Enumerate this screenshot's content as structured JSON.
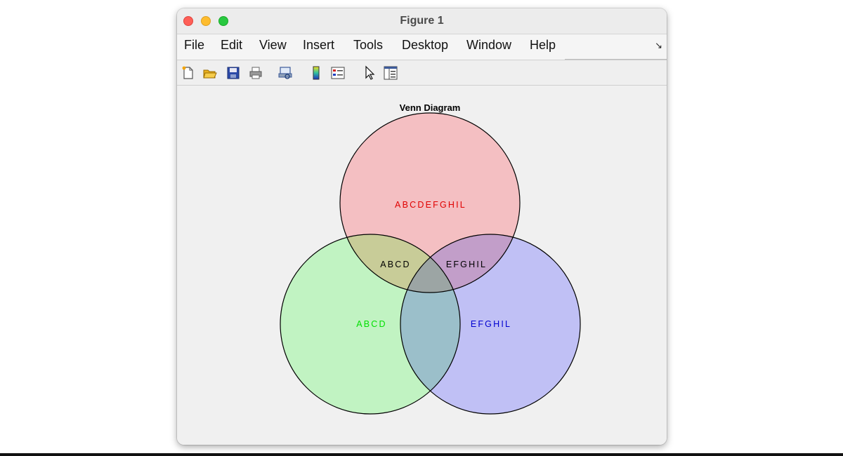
{
  "window": {
    "title": "Figure 1"
  },
  "menu": {
    "items": [
      "File",
      "Edit",
      "View",
      "Insert",
      "Tools",
      "Desktop",
      "Window",
      "Help"
    ],
    "dock_glyph": "↘"
  },
  "toolbar": {
    "icons": [
      "new-figure-icon",
      "open-file-icon",
      "save-icon",
      "print-icon",
      "print-preview-icon",
      "colorbar-icon",
      "legend-icon",
      "pointer-icon",
      "property-editor-icon"
    ]
  },
  "figure": {
    "title": "Venn Diagram",
    "sets": [
      {
        "label": "ABCDEFGHIL",
        "fill": "#f4bfc2",
        "text_color": "#e00000"
      },
      {
        "label": "ABCD",
        "fill": "#c1f3c2",
        "text_color": "#00e000"
      },
      {
        "label": "EFGHIL",
        "fill": "#c0c0f5",
        "text_color": "#0000d0"
      }
    ],
    "intersections": [
      {
        "label": "ABCD",
        "text_color": "#000000"
      },
      {
        "label": "EFGHIL",
        "text_color": "#000000"
      }
    ],
    "colors": {
      "red_green_overlap": "#c8cc98",
      "red_blue_overlap": "#c29ec9",
      "green_blue_overlap": "#9bbfca",
      "triple_overlap": "#9ca5a4"
    }
  }
}
